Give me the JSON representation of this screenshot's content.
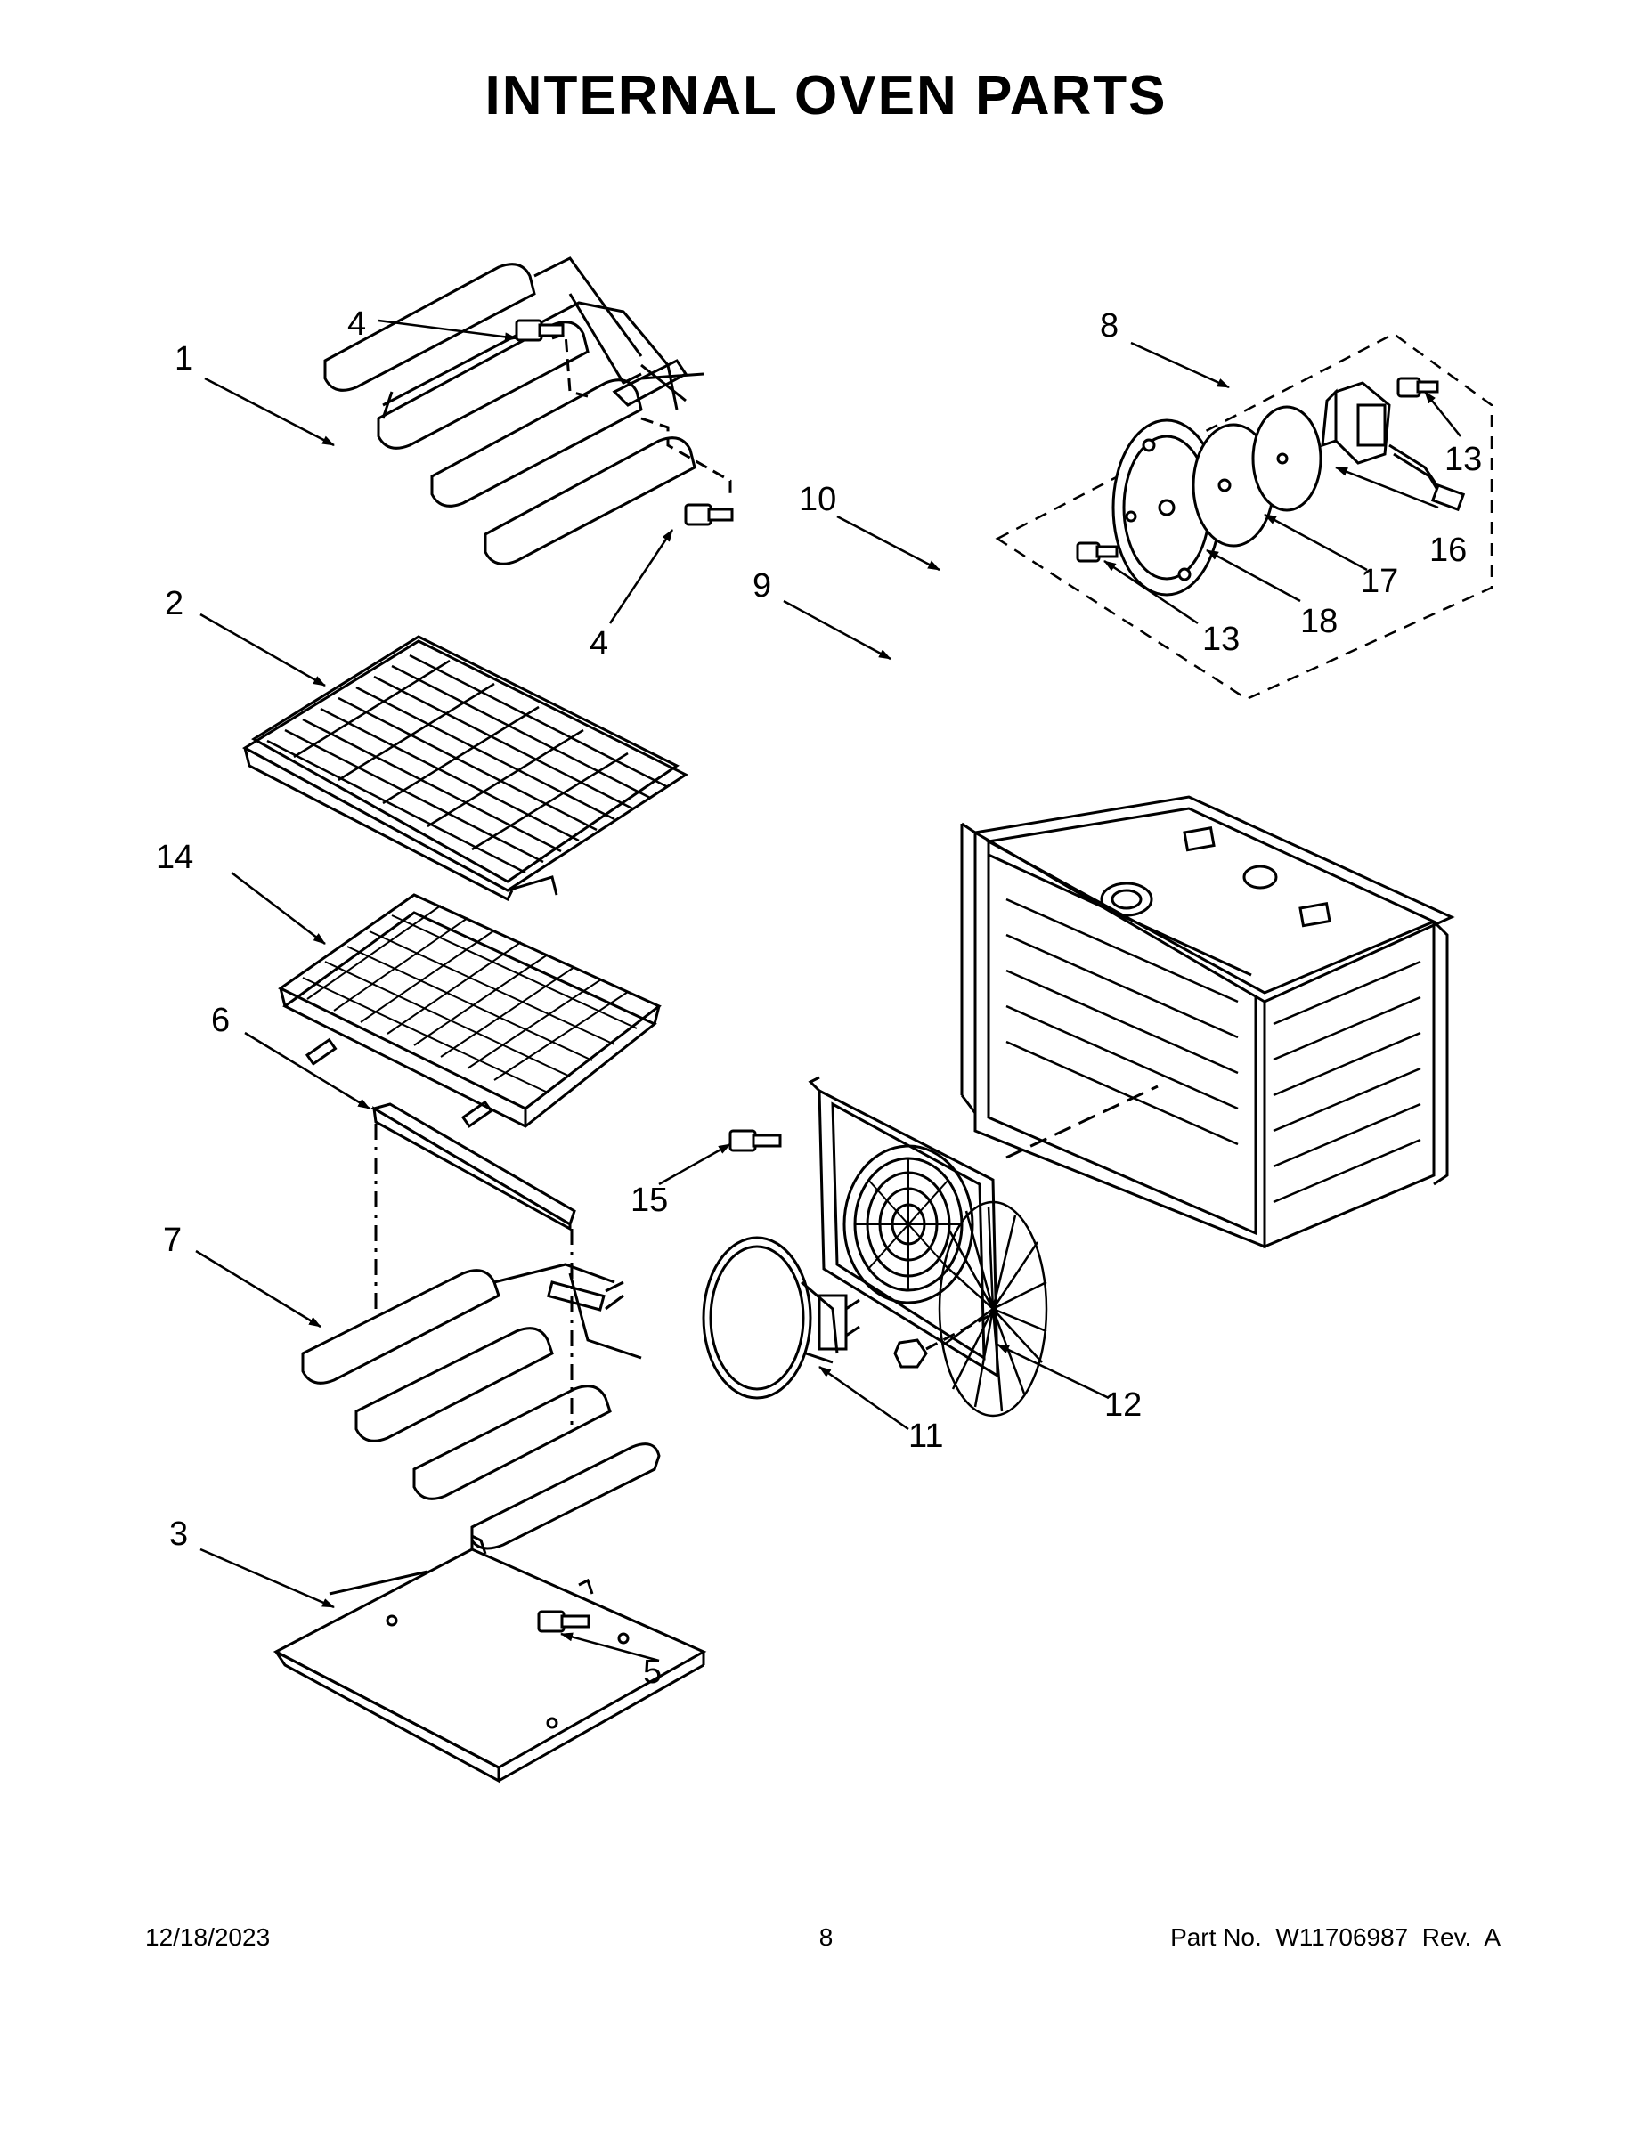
{
  "title": "INTERNAL OVEN PARTS",
  "callouts": [
    {
      "id": "c1",
      "label": "1"
    },
    {
      "id": "c2",
      "label": "2"
    },
    {
      "id": "c3",
      "label": "3"
    },
    {
      "id": "c4a",
      "label": "4"
    },
    {
      "id": "c4b",
      "label": "4"
    },
    {
      "id": "c5",
      "label": "5"
    },
    {
      "id": "c6",
      "label": "6"
    },
    {
      "id": "c7",
      "label": "7"
    },
    {
      "id": "c8",
      "label": "8"
    },
    {
      "id": "c9",
      "label": "9"
    },
    {
      "id": "c10",
      "label": "10"
    },
    {
      "id": "c11",
      "label": "11"
    },
    {
      "id": "c12",
      "label": "12"
    },
    {
      "id": "c13a",
      "label": "13"
    },
    {
      "id": "c13b",
      "label": "13"
    },
    {
      "id": "c14",
      "label": "14"
    },
    {
      "id": "c15",
      "label": "15"
    },
    {
      "id": "c16",
      "label": "16"
    },
    {
      "id": "c17",
      "label": "17"
    },
    {
      "id": "c18",
      "label": "18"
    }
  ],
  "footer": {
    "date": "12/18/2023",
    "page": "8",
    "part": "Part No.  W11706987  Rev.  A"
  }
}
